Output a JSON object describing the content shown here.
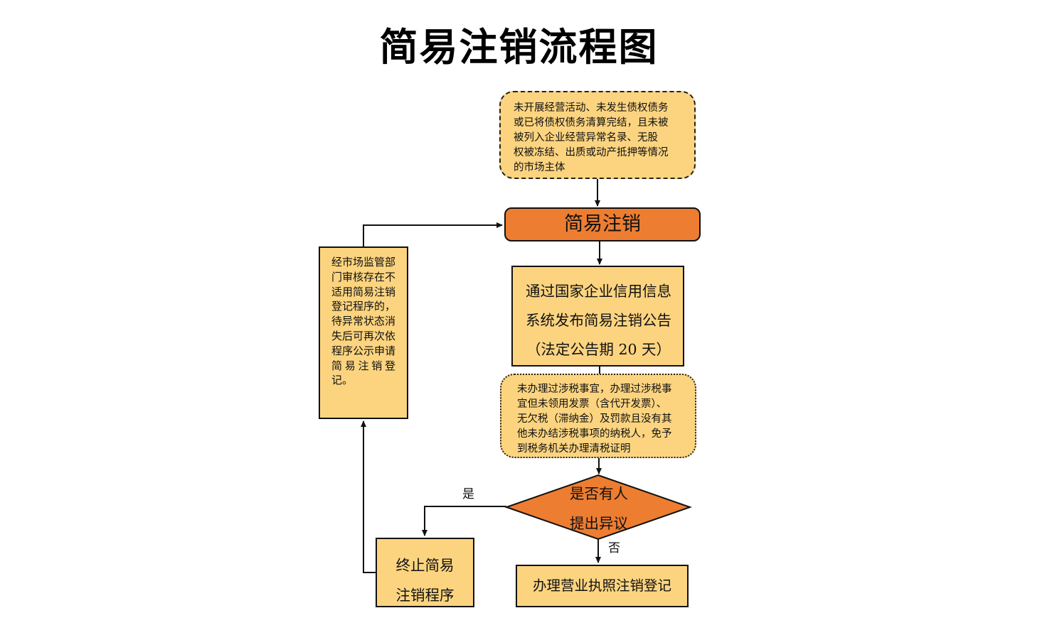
{
  "title": "简易注销流程图",
  "nodes": {
    "eligible_entities": {
      "text": "未开展经营活动、未发生债权债务或已将债权债务清算完结，且未被被列入企业经营异常名录、无股权被冻结、出质或动产抵押等情况的市场主体",
      "lines": [
        "未开展经营活动、未发生债权债务",
        "或已将债权债务清算完结，且未被",
        "被列入企业经营异常名录、无股",
        "权被冻结、出质或动产抵押等情况",
        "的市场主体"
      ]
    },
    "simple_deregistration": {
      "text": "简易注销"
    },
    "public_announcement": {
      "lines": [
        "通过国家企业信用信息",
        "系统发布简易注销公告",
        "（法定公告期 20 天）"
      ]
    },
    "tax_exemption_condition": {
      "lines": [
        "未办理过涉税事宜，办理过涉税事",
        "宜但未领用发票（含代开发票）、",
        "无欠税（滞纳金）及罚款且没有其",
        "他未办结涉税事项的纳税人，免予",
        "到税务机关办理清税证明"
      ]
    },
    "decision": {
      "lines": [
        "是否有人",
        "提出异议"
      ]
    },
    "terminate": {
      "lines": [
        "终止简易",
        "注销程序"
      ]
    },
    "final_registration": {
      "text": "办理营业执照注销登记"
    },
    "review_note": {
      "text": "经市场监管部门审核存在不适用简易注销登记程序的，待异常状态消失后可再次依程序公示申请简易注销登记。"
    }
  },
  "edge_labels": {
    "yes": "是",
    "no": "否"
  },
  "colors": {
    "light_box": "#fcd480",
    "accent": "#ed7d31",
    "stroke": "#111111"
  }
}
